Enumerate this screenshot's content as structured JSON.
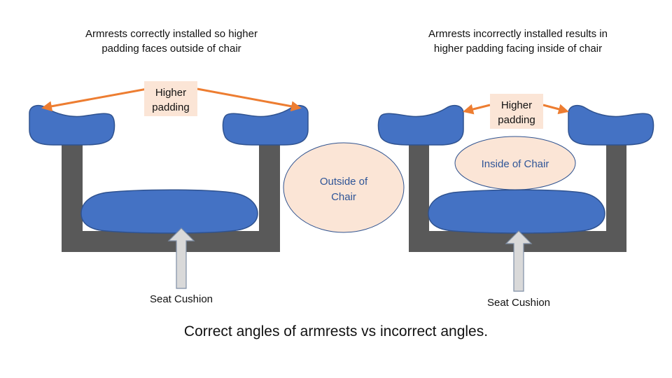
{
  "captions": {
    "left_line1": "Armrests correctly installed so higher",
    "left_line2": "padding faces outside of chair",
    "right_line1": "Armrests  incorrectly installed results in",
    "right_line2": "higher padding facing inside of chair",
    "bottom": "Correct angles of armrests vs incorrect angles."
  },
  "labels": {
    "higher_padding_line1": "Higher",
    "higher_padding_line2": "padding",
    "outside_line1": "Outside of",
    "outside_line2": "Chair",
    "inside": "Inside of Chair",
    "seat_cushion": "Seat Cushion"
  },
  "colors": {
    "frame": "#595959",
    "cushion": "#4472c4",
    "cushion_stroke": "#2f528f",
    "label_box": "#fbe5d6",
    "arrow_orange": "#ed7d31",
    "arrow_up_fill": "#d9d9d9",
    "arrow_up_stroke": "#7f8fa6",
    "ellipse_text": "#2f5597"
  }
}
